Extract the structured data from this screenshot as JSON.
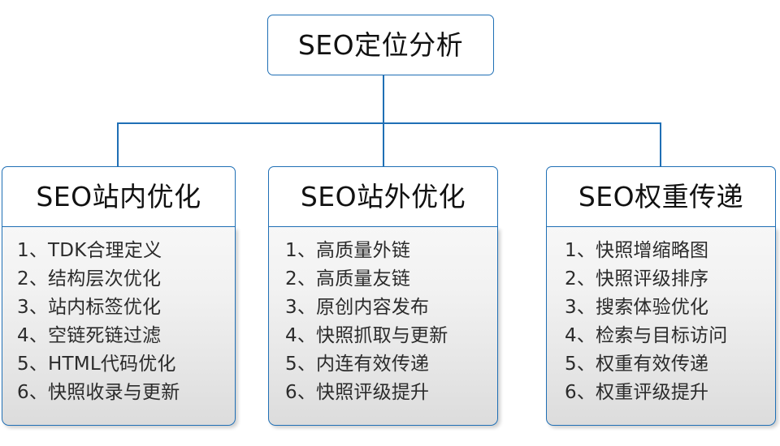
{
  "diagram": {
    "type": "hierarchy-tree",
    "accent_color": "#1f6fb5",
    "text_color": "#111111",
    "body_text_color": "#2b2b2b",
    "body_fill_top": "#f7f7f7",
    "body_fill_bottom": "#dcdcdc",
    "root": {
      "label": "SEO定位分析"
    },
    "branches": [
      {
        "header": "SEO站内优化",
        "items": [
          "1、TDK合理定义",
          "2、结构层次优化",
          "3、站内标签优化",
          "4、空链死链过滤",
          "5、HTML代码优化",
          "6、快照收录与更新"
        ]
      },
      {
        "header": "SEO站外优化",
        "items": [
          "1、高质量外链",
          "2、高质量友链",
          "3、原创内容发布",
          "4、快照抓取与更新",
          "5、内连有效传递",
          "6、快照评级提升"
        ]
      },
      {
        "header": "SEO权重传递",
        "items": [
          "1、快照增缩略图",
          "2、快照评级排序",
          "3、搜索体验优化",
          "4、检索与目标访问",
          "5、权重有效传递",
          "6、权重评级提升"
        ]
      }
    ]
  }
}
